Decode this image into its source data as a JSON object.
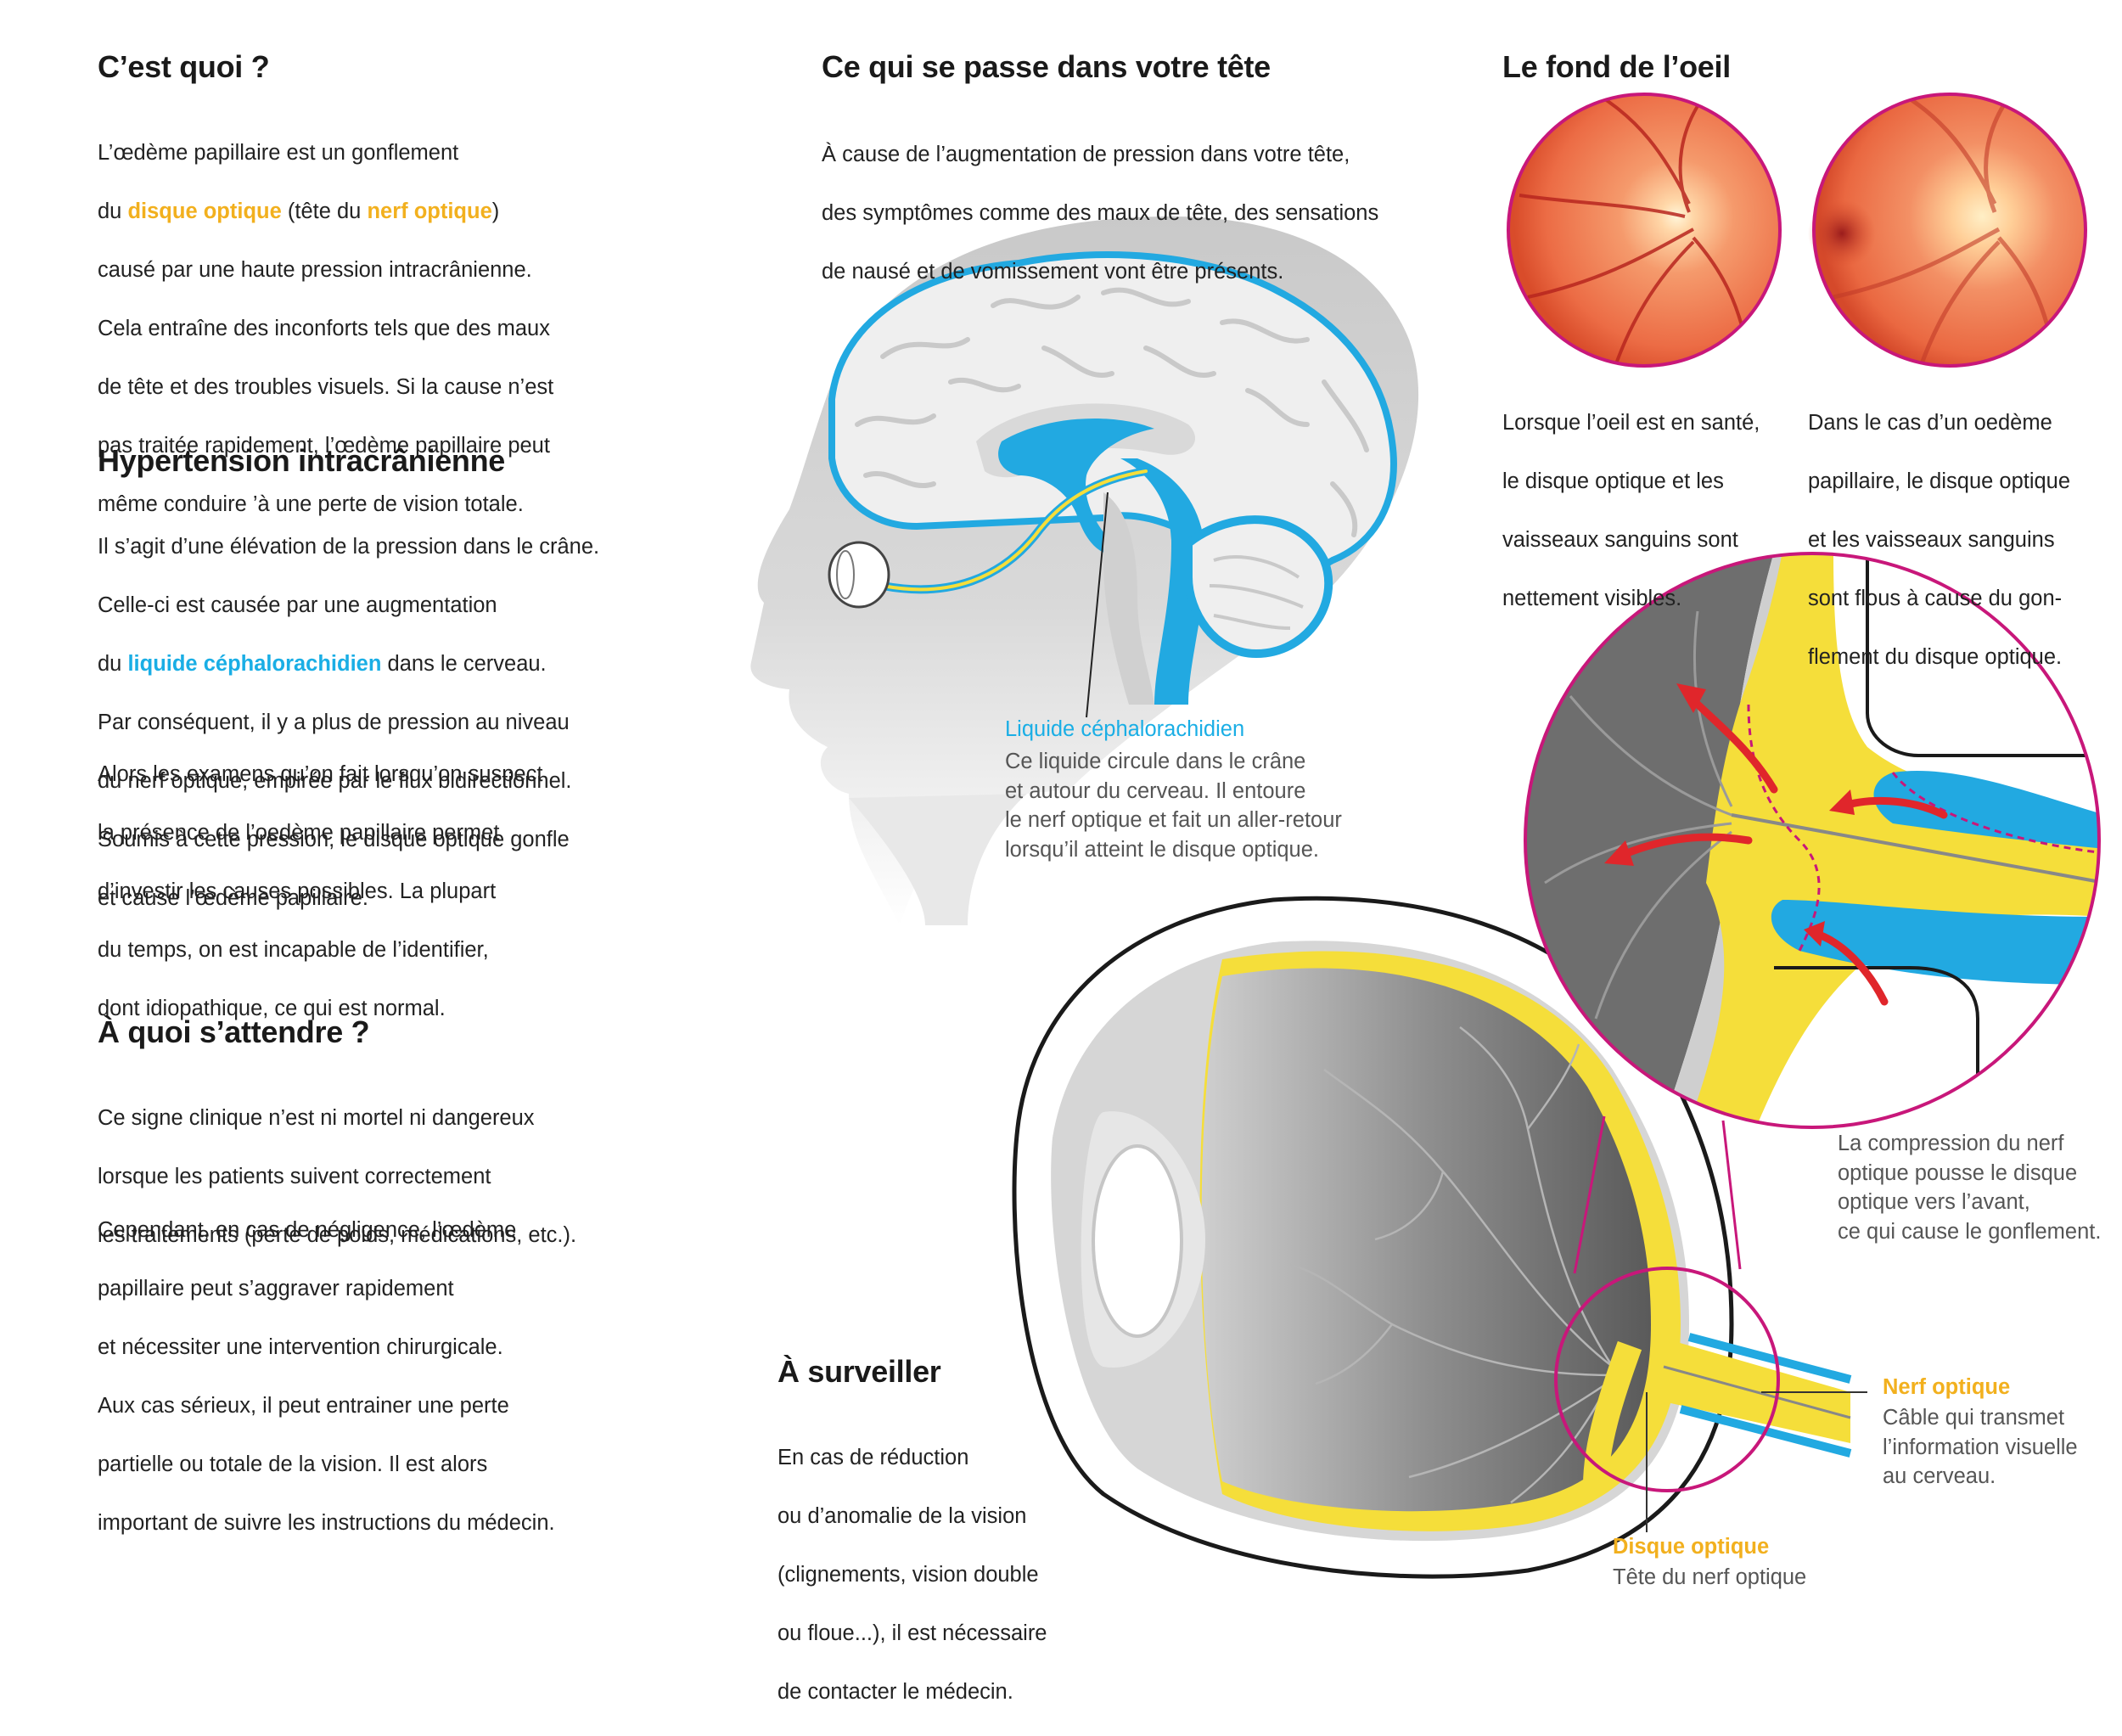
{
  "colors": {
    "yellow": "#f2b01e",
    "blue": "#1aaee5",
    "magenta": "#c8177a",
    "red": "#e0262b",
    "text": "#222222",
    "muted": "#555555"
  },
  "sections": {
    "what": {
      "title": "C’est quoi ?",
      "l1": "L’œdème papillaire est un gonflement",
      "l2_pre": "du ",
      "l2_hl1": "disque optique",
      "l2_mid": " (tête du ",
      "l2_hl2": "nerf optique",
      "l2_post": ")",
      "l3": "causé par une haute pression intracrânienne.",
      "l4": "Cela entraîne des inconforts tels que des maux",
      "l5": "de tête et des troubles visuels. Si la cause n’est",
      "l6": "pas traitée rapidement, l’œdème papillaire peut",
      "l7": "même conduire ’à une perte de vision totale."
    },
    "hypertension": {
      "title": "Hypertension intracrânienne",
      "l1": "Il s’agit d’une élévation de la pression dans le crâne.",
      "l2": "Celle-ci est causée par une augmentation",
      "l3_pre": "du ",
      "l3_hl": "liquide céphalorachidien",
      "l3_post": " dans le cerveau.",
      "l4": "Par conséquent, il y a plus de pression au niveau",
      "l5": "du nerf optique, empirée par le flux bidirectionnel.",
      "l6": "Soumis à cette pression, le disque optique gonfle",
      "l7": "et cause l’œdème papillaire.",
      "p2_l1": "Alors les examens qu’on fait lorsqu’on suspect",
      "p2_l2": "la présence de l’oedème papillaire permet",
      "p2_l3": "d’investir les causes possibles. La plupart",
      "p2_l4": "du temps, on est incapable de l’identifier,",
      "p2_l5": "dont idiopathique, ce qui est normal."
    },
    "expect": {
      "title": "À quoi s’attendre ?",
      "l1": "Ce signe clinique n’est ni mortel ni dangereux",
      "l2": "lorsque les patients suivent correctement",
      "l3": "les traitements (perte de poids, médications, etc.).",
      "p2_l1": "Cependant, en cas de négligence, l’œdème",
      "p2_l2": "papillaire peut s’aggraver rapidement",
      "p2_l3": "et nécessiter une intervention chirurgicale.",
      "p2_l4": "Aux cas sérieux, il peut entrainer une perte",
      "p2_l5": "partielle ou totale de la vision. Il est alors",
      "p2_l6": "important de suivre les instructions du médecin."
    },
    "head": {
      "title": "Ce qui se passe dans votre tête",
      "l1": "À cause de l’augmentation de pression dans votre tête,",
      "l2": "des symptômes comme des maux de tête, des sensations",
      "l3": "de nausé et de vomissement vont être présents."
    },
    "fundus": {
      "title": "Le fond de l’oeil",
      "healthy_l1": "Lorsque l’oeil est en santé,",
      "healthy_l2": "le disque optique et les",
      "healthy_l3": "vaisseaux sanguins sont",
      "healthy_l4": "nettement visibles.",
      "edema_l1": "Dans le cas d’un oedème",
      "edema_l2": "papillaire, le disque optique",
      "edema_l3": "et les vaisseaux sanguins",
      "edema_l4": "sont flous à cause du gon-",
      "edema_l5": "flement du disque optique."
    },
    "watch": {
      "title": "À surveiller",
      "l1": "En cas de réduction",
      "l2": "ou d’anomalie de la vision",
      "l3": "(clignements, vision double",
      "l4": "ou floue...), il est nécessaire",
      "l5": "de contacter le médecin."
    }
  },
  "labels": {
    "csf": {
      "title": "Liquide céphalorachidien",
      "l1": "Ce liquide circule dans le crâne",
      "l2": "et autour du cerveau. Il entoure",
      "l3": "le nerf optique et fait un aller-retour",
      "l4": "lorsqu’il atteint le disque optique."
    },
    "compression": {
      "l1": "La compression du nerf",
      "l2": "optique pousse le disque",
      "l3": "optique vers l’avant,",
      "l4": "ce qui cause le gonflement."
    },
    "nerve": {
      "title": "Nerf optique",
      "l1": "Câble qui transmet",
      "l2": "l’information visuelle",
      "l3": "au cerveau."
    },
    "disc": {
      "title": "Disque optique",
      "l1": "Tête du nerf optique"
    }
  }
}
